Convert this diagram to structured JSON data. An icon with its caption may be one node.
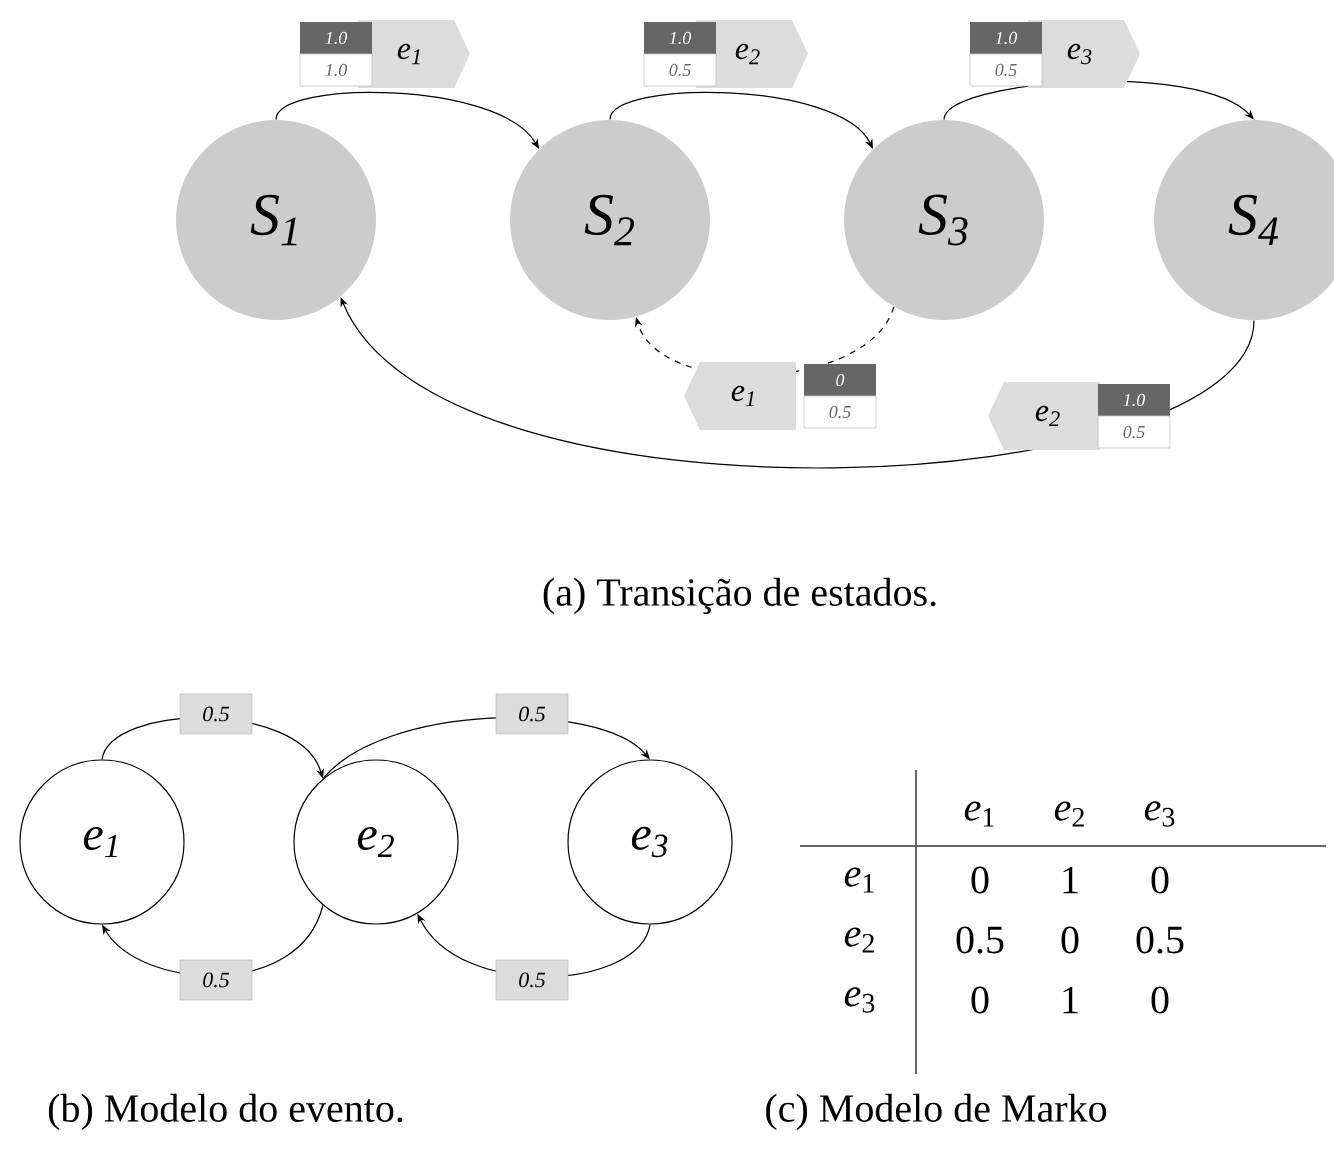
{
  "diagram": {
    "nodes": [
      {
        "text": [
          "S$_{1}$"
        ]
      },
      {
        "text": [
          "S$_{2}$"
        ]
      },
      {
        "text": [
          "S$_{3}$"
        ]
      },
      {
        "text": [
          "S$_{4}$"
        ]
      },
      {
        "text": [
          "e$_{1}$"
        ]
      },
      {
        "text": [
          "e$_{2}$"
        ]
      },
      {
        "text": [
          "e$_{3}$"
        ]
      }
    ],
    "edges": [
      {
        "from": 0,
        "to": 1,
        "arrow": "to",
        "label": "e$_{1}$"
      },
      {
        "from": 1,
        "to": 2,
        "arrow": "to",
        "label": "e$_{2}$"
      },
      {
        "from": 2,
        "to": 3,
        "arrow": "to",
        "label": "e$_{3}$"
      },
      {
        "from": 2,
        "to": 1,
        "arrow": "to",
        "label": "e$_{1}$",
        "style": "dashed"
      },
      {
        "from": 3,
        "to": 0,
        "arrow": "to",
        "label": "e$_{2}$"
      },
      {
        "from": 4,
        "to": 5,
        "arrow": "to",
        "label": "0.5"
      },
      {
        "from": 5,
        "to": 6,
        "arrow": "to",
        "label": "0.5"
      },
      {
        "from": 5,
        "to": 4,
        "arrow": "to",
        "label": "0.5"
      },
      {
        "from": 6,
        "to": 5,
        "arrow": "to",
        "label": "0.5"
      }
    ],
    "labels": [
      "1.0",
      "1.0",
      "1.0",
      "0.5",
      "1.0",
      "0.5",
      "0",
      "0.5",
      "1.0",
      "0.5",
      "(a) Transição de estados.",
      "*e*$_{1}$",
      "*e*$_{2}$",
      "*e*$_{3}$",
      "*e*$_{1}$",
      "0",
      "1",
      "0",
      "*e*$_{2}$",
      "0.5",
      "0",
      "0.5",
      "*e*$_{3}$",
      "0",
      "1",
      "0",
      "(b) Modelo do evento.",
      "(c) Modelo de Marko"
    ]
  }
}
